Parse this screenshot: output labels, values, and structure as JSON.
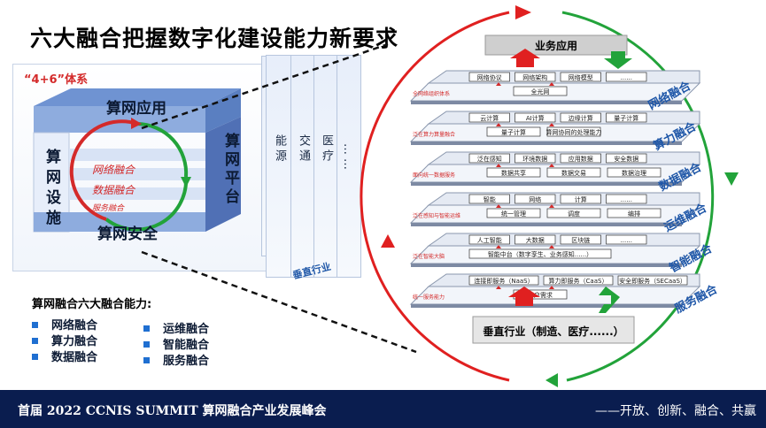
{
  "title": "六大融合把握数字化建设能力新要求",
  "left_panel": {
    "system_label": "“4+6”体系",
    "cube_top": "算网应用",
    "cube_left": "算网设施",
    "cube_right": "算网平台",
    "cube_bottom": "算网安全",
    "ring_items": [
      "网络融合",
      "数据融合"
    ],
    "ring_item_partial": "服务融合",
    "columns": [
      "能源",
      "交通",
      "医疗",
      "……"
    ],
    "vertical_industry": "垂直行业"
  },
  "legend": {
    "heading": "算网融合六大融合能力:",
    "col1": [
      "网络融合",
      "算力融合",
      "数据融合"
    ],
    "col2": [
      "运维融合",
      "智能融合",
      "服务融合"
    ]
  },
  "stack": {
    "top_box": "业务应用",
    "bottom_box": "垂直行业（制造、医疗......）",
    "layers": [
      {
        "side": "网络融合",
        "red": "全网络组织体系",
        "row1": [
          "网络协议",
          "网络架构",
          "网络模型",
          "......"
        ],
        "row2": [
          "全光网"
        ]
      },
      {
        "side": "算力融合",
        "red": "泛在算力算量融合",
        "row1": [
          "云计算",
          "AI计算",
          "边缘计算",
          "量子计算"
        ],
        "row2": [
          "量子计算",
          "算网协同的处理能力"
        ]
      },
      {
        "side": "数据融合",
        "red": "面向统一数据服务",
        "row1": [
          "泛在感知",
          "环境数据",
          "应用数据",
          "安全数据"
        ],
        "row2": [
          "数据共享",
          "数据交易",
          "数据治理"
        ]
      },
      {
        "side": "运维融合",
        "red": "泛在感知与智能运维",
        "row1": [
          "智能",
          "网络",
          "计算",
          "......"
        ],
        "row2": [
          "统一管理",
          "调度",
          "编排"
        ]
      },
      {
        "side": "智能融合",
        "red": "泛在智能大脑",
        "row1": [
          "人工智能",
          "大数据",
          "区块链",
          "......"
        ],
        "row2": [
          "智能中台（数字孪生、业务感知......）"
        ]
      },
      {
        "side": "服务融合",
        "red": "统一服务能力",
        "row1": [
          "连接即服务（NaaS）",
          "算力即服务（CaaS）",
          "安全即服务（SECaaS）"
        ],
        "row2": [
          "用户需求"
        ]
      }
    ]
  },
  "footer": {
    "left": "首届 2022 CCNIS SUMMIT  算网融合产业发展峰会",
    "right": "——开放、创新、融合、共赢"
  },
  "colors": {
    "accent_blue": "#1f6fd1",
    "footer_bg": "#0a1d4f",
    "arrow_red": "#e02020",
    "arrow_green": "#22a33a"
  }
}
